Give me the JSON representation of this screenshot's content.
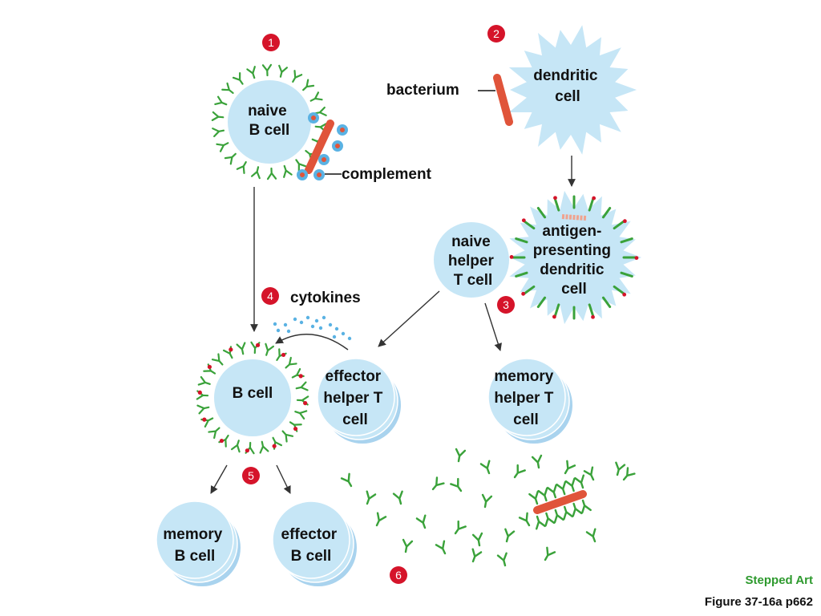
{
  "colors": {
    "cell_fill": "#c6e6f6",
    "cell_shadow": "#a9d3ee",
    "antibody": "#3aa23a",
    "bacterium": "#e0543a",
    "step_marker": "#d5142a",
    "cytokine": "#5ab2e3",
    "arrow": "#333333"
  },
  "labels": {
    "naive_b_cell": [
      "naive",
      "B cell"
    ],
    "dendritic_cell": [
      "dendritic",
      "cell"
    ],
    "apc": [
      "antigen-",
      "presenting",
      "dendritic",
      "cell"
    ],
    "naive_helper_t": [
      "naive",
      "helper",
      "T cell"
    ],
    "b_cell": "B cell",
    "effector_helper_t": [
      "effector",
      "helper T",
      "cell"
    ],
    "memory_helper_t": [
      "memory",
      "helper T",
      "cell"
    ],
    "memory_b_cell": [
      "memory",
      "B cell"
    ],
    "effector_b_cell": [
      "effector",
      "B cell"
    ]
  },
  "callouts": {
    "bacterium": "bacterium",
    "complement": "complement",
    "cytokines": "cytokines"
  },
  "steps": [
    "1",
    "2",
    "3",
    "4",
    "5",
    "6"
  ],
  "footer": {
    "stepped_art": "Stepped Art",
    "figure_ref": "Figure 37-16a p662"
  }
}
